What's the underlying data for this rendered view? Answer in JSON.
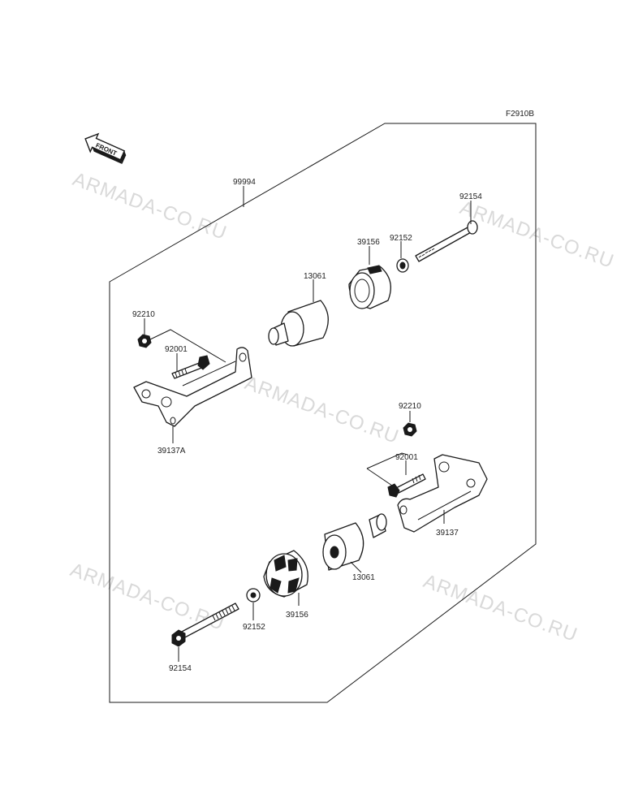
{
  "diagram_code": "F2910B",
  "front_label": "FRONT",
  "watermark": "ARMADA-CO.RU",
  "labels": {
    "kit": "99994",
    "bolt_top": "92154",
    "washer_top": "92152",
    "slider_cap_top": "39156",
    "spacer_top": "13061",
    "nut_top": "92210",
    "bolt_short_top": "92001",
    "bracket_left": "39137A",
    "nut_bottom": "92210",
    "bolt_short_bottom": "92001",
    "bracket_right": "39137",
    "spacer_bottom": "13061",
    "slider_cap_bottom": "39156",
    "washer_bottom": "92152",
    "bolt_bottom": "92154"
  }
}
